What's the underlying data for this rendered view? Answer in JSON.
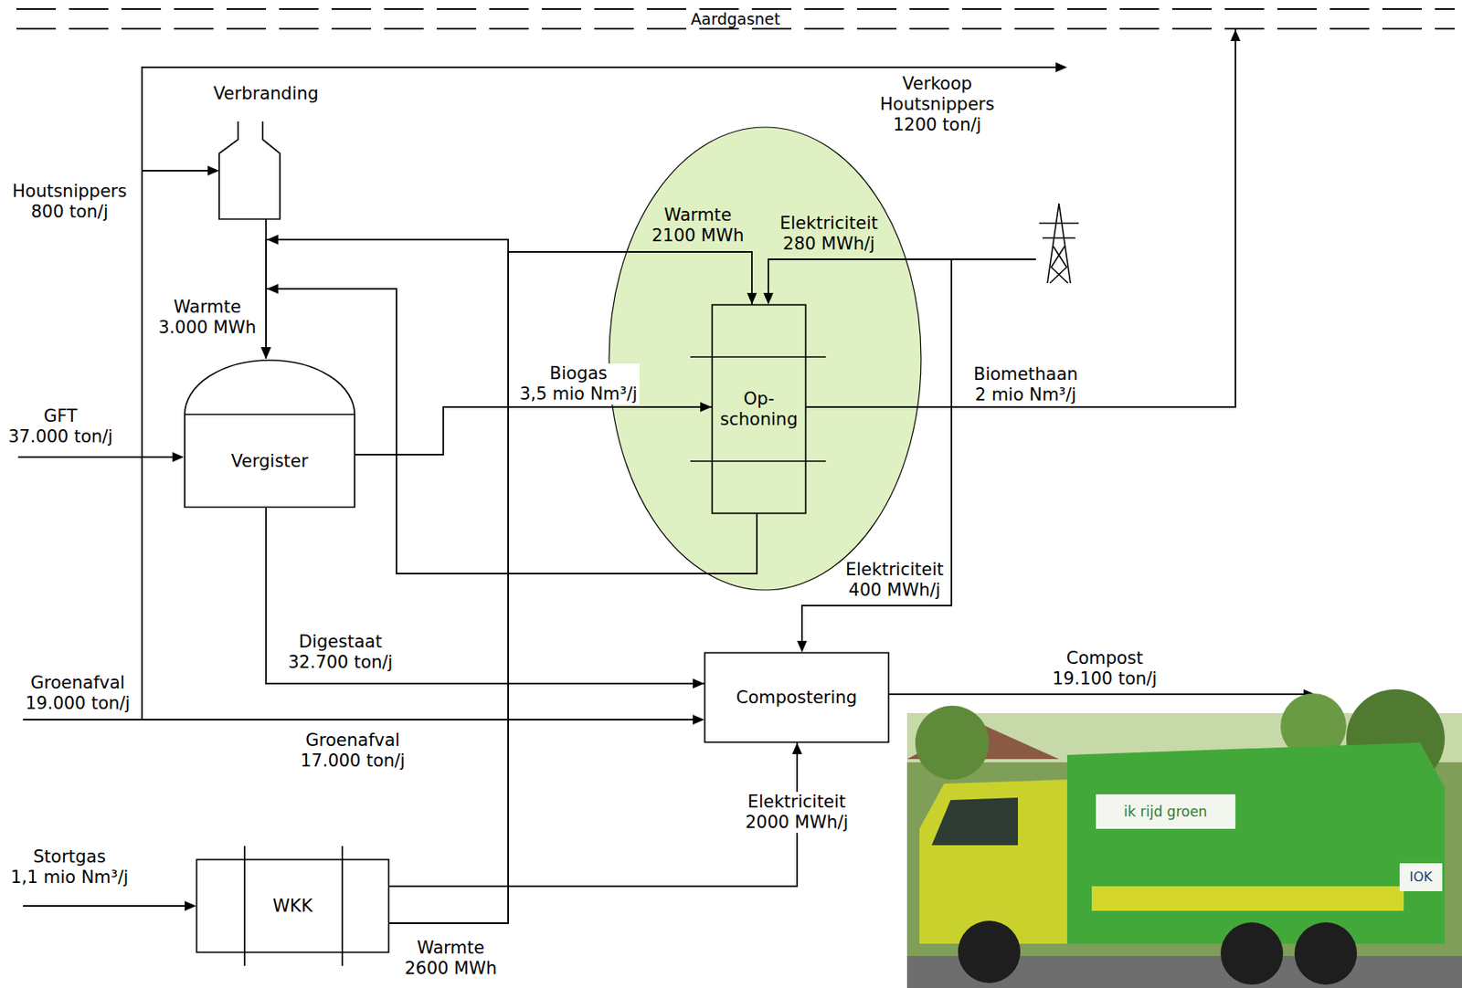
{
  "diagram": {
    "nodes": [
      {
        "text": [
          "Aardgasnet"
        ]
      },
      {
        "text": [
          "Verbranding"
        ]
      },
      {
        "text": [
          "Vergister"
        ]
      },
      {
        "text": [
          "Op- schoning"
        ]
      },
      {
        "text": [
          "Compostering"
        ]
      },
      {
        "text": [
          "WKK"
        ]
      }
    ],
    "edges": [
      {
        "from": 1,
        "to": 2,
        "arrow": "to",
        "label": "Warmte 3.000 MWh"
      },
      {
        "from": 2,
        "to": 3,
        "arrow": "to",
        "label": "Biogas 3,5 mio Nm³/j"
      },
      {
        "from": 3,
        "to": 0,
        "arrow": "to",
        "label": "Biomethaan 2 mio Nm³/j"
      },
      {
        "from": 3,
        "to": 2,
        "arrow": "to"
      },
      {
        "from": 2,
        "to": 4,
        "arrow": "to",
        "label": "Digestaat 32.700 ton/j"
      },
      {
        "from": 5,
        "to": 4,
        "arrow": "to",
        "label": "Elektriciteit 2000 MWh/j"
      },
      {
        "from": 5,
        "to": 2,
        "arrow": "to",
        "label": "Warmte 2600 MWh"
      },
      {
        "from": 5,
        "to": 3,
        "arrow": "to",
        "label": "Warmte 2100 MWh"
      }
    ],
    "labels": [
      "Verkoop Houtsnippers 1200 ton/j",
      "Houtsnippers 800 ton/j",
      "Elektriciteit 280 MWh/j",
      "GFT 37.000 ton/j",
      "Elektriciteit 400 MWh/j",
      "Compost 19.100 ton/j",
      "Groenafval 19.000 ton/j",
      "Groenafval 17.000 ton/j",
      "Stortgas 1,1 mio Nm³/j",
      "ik rijd groen",
      "IOK"
    ]
  }
}
